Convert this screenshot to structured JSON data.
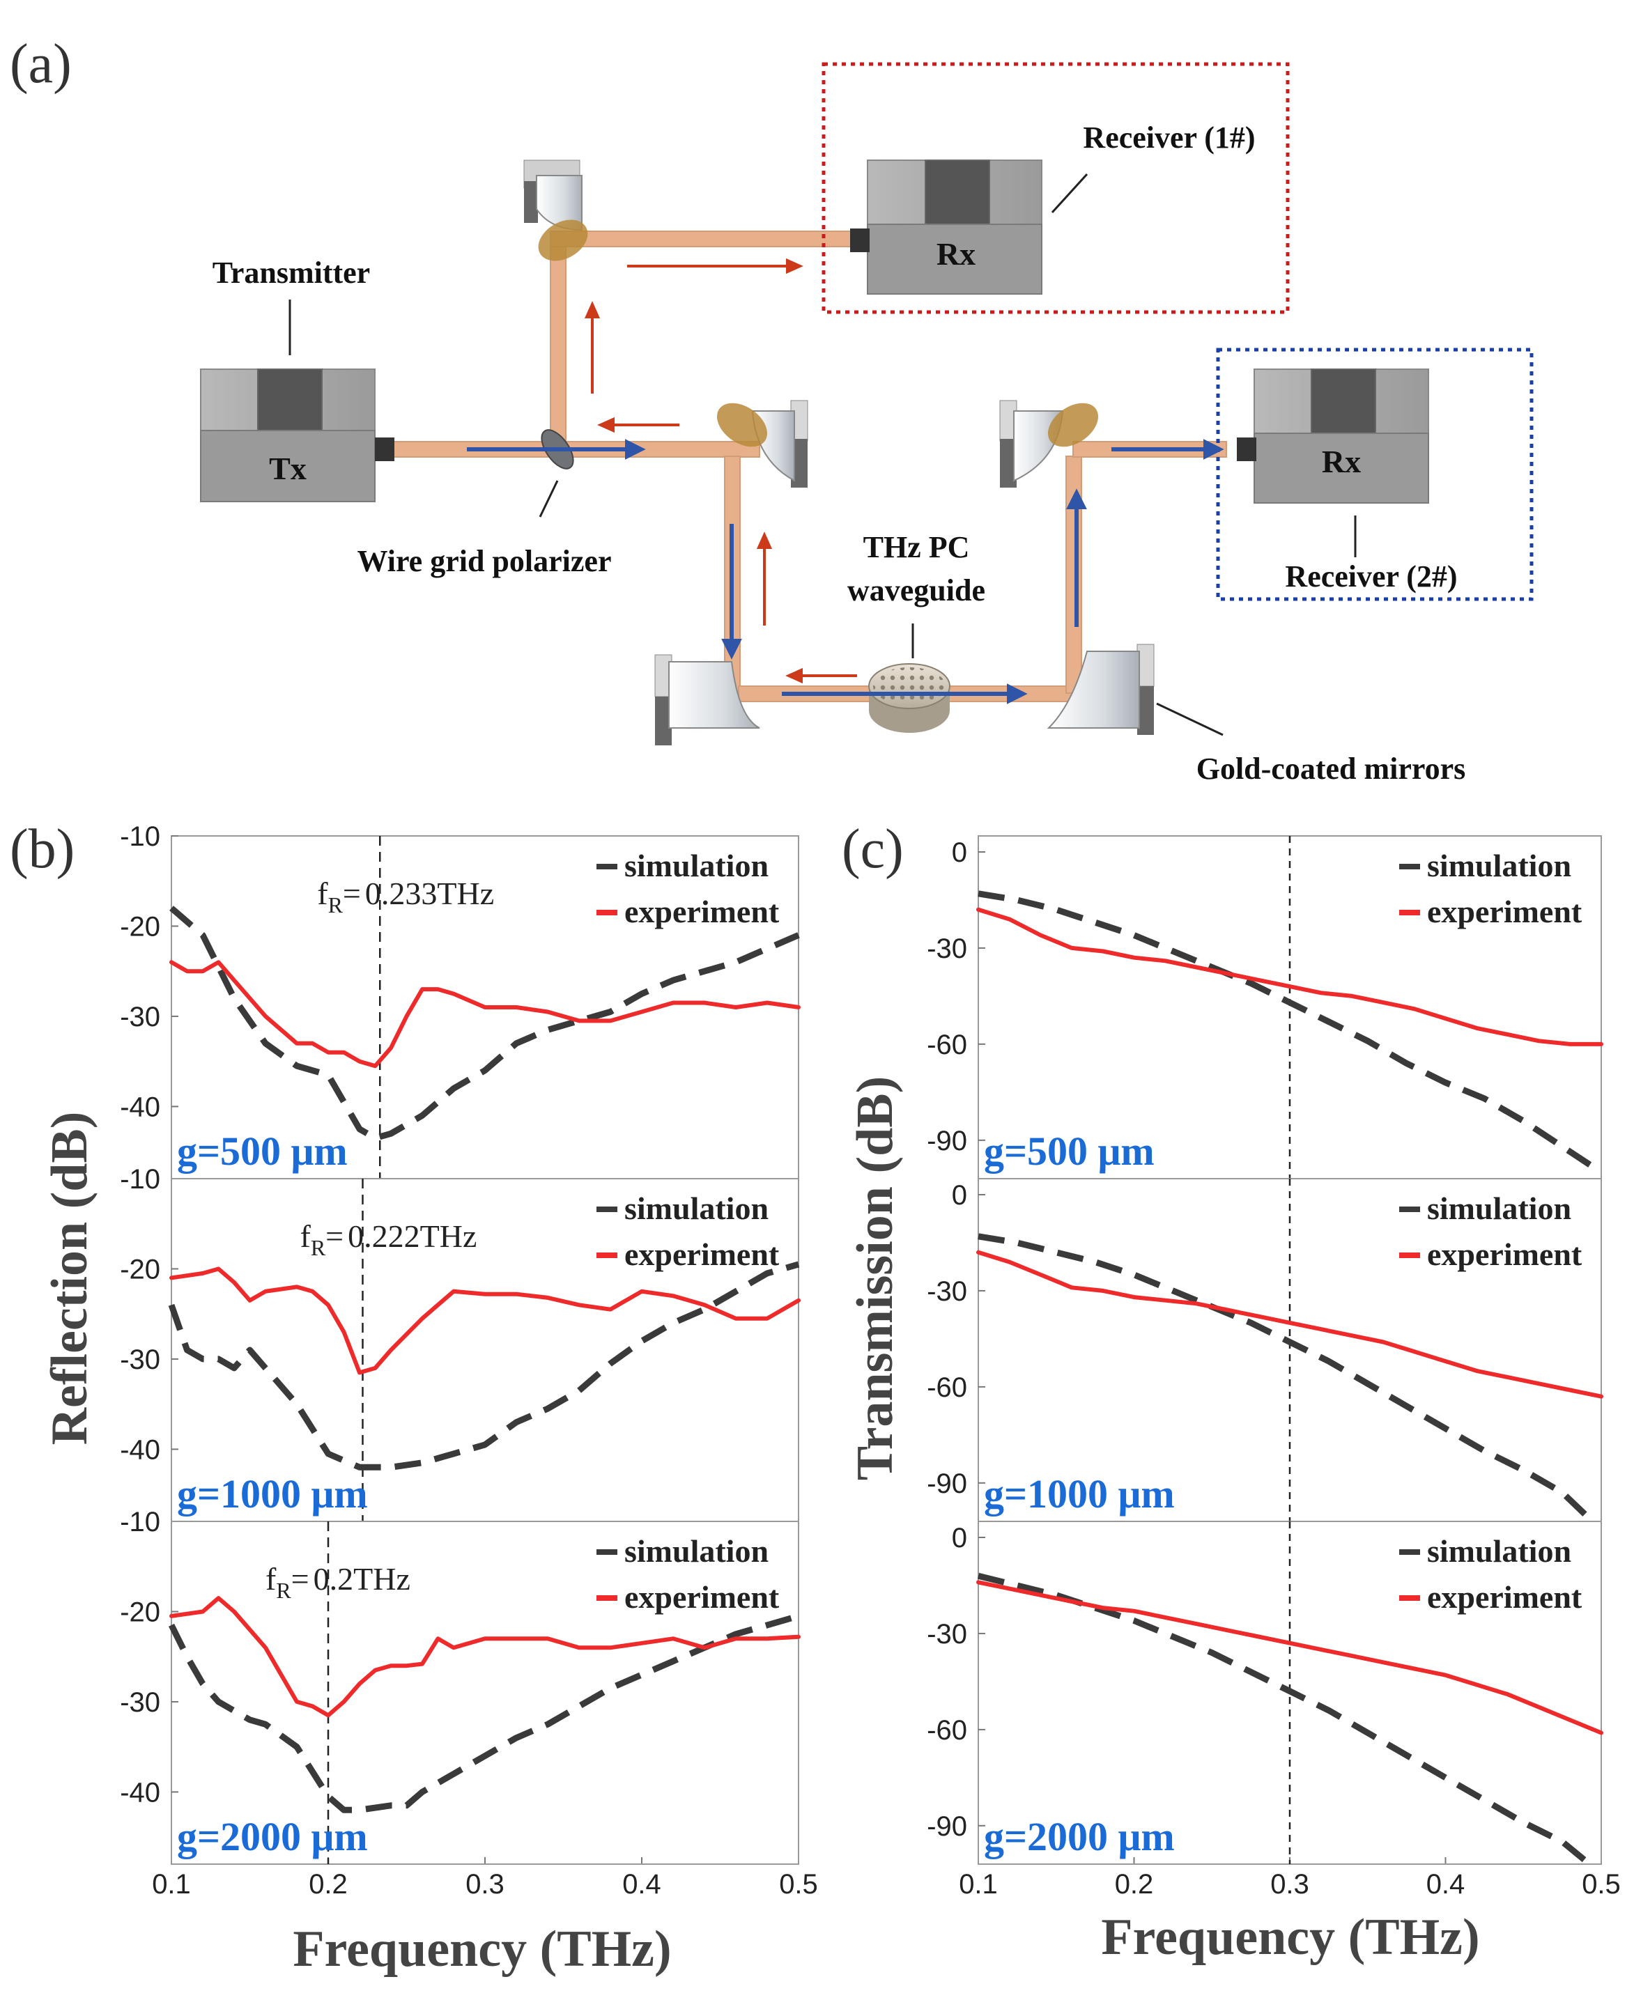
{
  "panel_labels": {
    "a": "(a)",
    "b": "(b)",
    "c": "(c)"
  },
  "schematic": {
    "transmitter_label": "Transmitter",
    "tx_label": "Tx",
    "rx1_label": "Rx",
    "rx2_label": "Rx",
    "receiver1_label": "Receiver (1#)",
    "receiver2_label": "Receiver (2#)",
    "polarizer_label": "Wire grid polarizer",
    "waveguide_label_1": "THz PC",
    "waveguide_label_2": "waveguide",
    "mirrors_label": "Gold-coated mirrors",
    "colors": {
      "beam": "#e8b08a",
      "forward_arrow": "#2f55a8",
      "back_arrow": "#cc3a1a",
      "receiver1_box": "#cc1b1b",
      "receiver2_box": "#1b3fa8"
    }
  },
  "legend": {
    "simulation": "simulation",
    "experiment": "experiment"
  },
  "axis_titles": {
    "reflection_y": "Reflection (dB)",
    "transmission_y": "Transmission (dB)",
    "x": "Frequency (THz)"
  },
  "x_ticks": [
    "0.1",
    "0.2",
    "0.3",
    "0.4",
    "0.5"
  ],
  "colors": {
    "simulation": "#3a3a3a",
    "experiment": "#ee2a2a",
    "g_label": "#1a6bd6"
  },
  "chart_data": [
    {
      "type": "line",
      "panel": "b-1",
      "annotation": "0.233THz",
      "annotation_prefix": "f",
      "annotation_sub": "R",
      "annotation_eq": "=",
      "marker_x": 0.233,
      "g_label": "g=500 μm",
      "xlim": [
        0.1,
        0.5
      ],
      "ylim": [
        -10,
        -48
      ],
      "y_ticks": [
        "-10",
        "-20",
        "-30",
        "-40",
        "-10"
      ],
      "series": [
        {
          "name": "simulation",
          "style": "dashed",
          "x": [
            0.1,
            0.12,
            0.14,
            0.16,
            0.18,
            0.2,
            0.21,
            0.22,
            0.23,
            0.24,
            0.25,
            0.26,
            0.28,
            0.3,
            0.32,
            0.34,
            0.36,
            0.38,
            0.4,
            0.42,
            0.44,
            0.46,
            0.48,
            0.5
          ],
          "y": [
            -18,
            -21,
            -28,
            -33,
            -35.5,
            -36.5,
            -39.5,
            -42.5,
            -43.5,
            -43,
            -42,
            -41,
            -38,
            -36,
            -33,
            -31.5,
            -30.5,
            -29.5,
            -27.5,
            -26,
            -25,
            -24,
            -22.5,
            -21
          ]
        },
        {
          "name": "experiment",
          "style": "solid",
          "x": [
            0.1,
            0.11,
            0.12,
            0.13,
            0.14,
            0.16,
            0.18,
            0.19,
            0.2,
            0.21,
            0.22,
            0.23,
            0.24,
            0.25,
            0.26,
            0.27,
            0.28,
            0.3,
            0.32,
            0.34,
            0.36,
            0.38,
            0.4,
            0.42,
            0.44,
            0.46,
            0.48,
            0.5
          ],
          "y": [
            -24,
            -25,
            -25,
            -24,
            -26,
            -30,
            -33,
            -33,
            -34,
            -34,
            -35,
            -35.5,
            -33.5,
            -30,
            -27,
            -27,
            -27.5,
            -29,
            -29,
            -29.5,
            -30.5,
            -30.5,
            -29.5,
            -28.5,
            -28.5,
            -29,
            -28.5,
            -29
          ]
        }
      ]
    },
    {
      "type": "line",
      "panel": "b-2",
      "annotation": "0.222THz",
      "annotation_prefix": "f",
      "annotation_sub": "R",
      "annotation_eq": "=",
      "marker_x": 0.222,
      "g_label": "g=1000 μm",
      "xlim": [
        0.1,
        0.5
      ],
      "ylim": [
        -10,
        -48
      ],
      "y_ticks": [
        "-20",
        "-30",
        "-40",
        "-10"
      ],
      "series": [
        {
          "name": "simulation",
          "style": "dashed",
          "x": [
            0.1,
            0.11,
            0.12,
            0.13,
            0.14,
            0.15,
            0.16,
            0.18,
            0.2,
            0.22,
            0.24,
            0.26,
            0.28,
            0.3,
            0.32,
            0.34,
            0.36,
            0.38,
            0.4,
            0.42,
            0.44,
            0.46,
            0.48,
            0.5
          ],
          "y": [
            -24,
            -29,
            -30,
            -30,
            -31,
            -29,
            -31,
            -35,
            -40.5,
            -42,
            -42,
            -41.5,
            -40.5,
            -39.5,
            -37,
            -35.5,
            -33.5,
            -30.5,
            -28,
            -26,
            -24.5,
            -22.5,
            -20.5,
            -19.5
          ]
        },
        {
          "name": "experiment",
          "style": "solid",
          "x": [
            0.1,
            0.12,
            0.13,
            0.14,
            0.15,
            0.16,
            0.18,
            0.19,
            0.2,
            0.21,
            0.22,
            0.23,
            0.24,
            0.26,
            0.28,
            0.3,
            0.32,
            0.34,
            0.36,
            0.38,
            0.4,
            0.42,
            0.44,
            0.46,
            0.48,
            0.5
          ],
          "y": [
            -21,
            -20.5,
            -20,
            -21.5,
            -23.5,
            -22.5,
            -22,
            -22.5,
            -24,
            -27,
            -31.5,
            -31,
            -29,
            -25.5,
            -22.5,
            -22.8,
            -22.8,
            -23.2,
            -24,
            -24.5,
            -22.5,
            -23,
            -24,
            -25.5,
            -25.5,
            -23.5
          ]
        }
      ]
    },
    {
      "type": "line",
      "panel": "b-3",
      "annotation": "0.2THz",
      "annotation_prefix": "f",
      "annotation_sub": "R",
      "annotation_eq": "=",
      "marker_x": 0.2,
      "g_label": "g=2000 μm",
      "xlim": [
        0.1,
        0.5
      ],
      "ylim": [
        -10,
        -48
      ],
      "y_ticks": [
        "-20",
        "-30",
        "-40"
      ],
      "series": [
        {
          "name": "simulation",
          "style": "dashed",
          "x": [
            0.1,
            0.11,
            0.12,
            0.13,
            0.14,
            0.15,
            0.16,
            0.18,
            0.2,
            0.21,
            0.22,
            0.24,
            0.25,
            0.26,
            0.28,
            0.3,
            0.32,
            0.34,
            0.36,
            0.38,
            0.4,
            0.42,
            0.44,
            0.46,
            0.48,
            0.5
          ],
          "y": [
            -21.5,
            -25,
            -28,
            -30,
            -31,
            -32,
            -32.5,
            -35,
            -40.5,
            -42,
            -42,
            -41.5,
            -41.5,
            -40,
            -38,
            -36,
            -34,
            -32.5,
            -30.5,
            -28.5,
            -27,
            -25.5,
            -24,
            -22.5,
            -21.5,
            -20.5
          ]
        },
        {
          "name": "experiment",
          "style": "solid",
          "x": [
            0.1,
            0.12,
            0.13,
            0.14,
            0.16,
            0.17,
            0.18,
            0.19,
            0.2,
            0.21,
            0.22,
            0.23,
            0.24,
            0.25,
            0.26,
            0.27,
            0.28,
            0.3,
            0.32,
            0.34,
            0.36,
            0.38,
            0.4,
            0.42,
            0.44,
            0.46,
            0.48,
            0.5
          ],
          "y": [
            -20.5,
            -20,
            -18.5,
            -20,
            -24,
            -27,
            -30,
            -30.5,
            -31.5,
            -30,
            -28,
            -26.5,
            -26,
            -26,
            -25.8,
            -23,
            -24,
            -23,
            -23,
            -23,
            -24,
            -24,
            -23.5,
            -23,
            -24,
            -23,
            -23,
            -22.8
          ]
        }
      ]
    },
    {
      "type": "line",
      "panel": "c-1",
      "marker_x": 0.3,
      "g_label": "g=500 μm",
      "xlim": [
        0.1,
        0.5
      ],
      "ylim": [
        5,
        -102
      ],
      "y_ticks": [
        "0",
        "-30",
        "-60",
        "-90"
      ],
      "series": [
        {
          "name": "simulation",
          "style": "dashed",
          "x": [
            0.1,
            0.125,
            0.15,
            0.175,
            0.2,
            0.225,
            0.25,
            0.275,
            0.3,
            0.325,
            0.35,
            0.375,
            0.4,
            0.425,
            0.45,
            0.475,
            0.5
          ],
          "y": [
            -13,
            -15,
            -18,
            -22,
            -26,
            -31,
            -36,
            -41,
            -47,
            -53,
            -59,
            -66,
            -72,
            -77,
            -84,
            -92,
            -100
          ]
        },
        {
          "name": "experiment",
          "style": "solid",
          "x": [
            0.1,
            0.12,
            0.14,
            0.16,
            0.18,
            0.2,
            0.22,
            0.24,
            0.26,
            0.28,
            0.3,
            0.32,
            0.34,
            0.36,
            0.38,
            0.4,
            0.42,
            0.44,
            0.46,
            0.48,
            0.5
          ],
          "y": [
            -18,
            -21,
            -26,
            -30,
            -31,
            -33,
            -34,
            -36,
            -38,
            -40,
            -42,
            -44,
            -45,
            -47,
            -49,
            -52,
            -55,
            -57,
            -59,
            -60,
            -60
          ]
        }
      ]
    },
    {
      "type": "line",
      "panel": "c-2",
      "marker_x": 0.3,
      "g_label": "g=1000 μm",
      "xlim": [
        0.1,
        0.5
      ],
      "ylim": [
        5,
        -102
      ],
      "y_ticks": [
        "0",
        "-30",
        "-60",
        "-90"
      ],
      "series": [
        {
          "name": "simulation",
          "style": "dashed",
          "x": [
            0.1,
            0.125,
            0.15,
            0.175,
            0.2,
            0.225,
            0.25,
            0.275,
            0.3,
            0.325,
            0.35,
            0.375,
            0.4,
            0.425,
            0.45,
            0.475,
            0.49
          ],
          "y": [
            -13,
            -15,
            -18,
            -21,
            -25,
            -30,
            -35,
            -40,
            -46,
            -52,
            -59,
            -66,
            -73,
            -80,
            -86,
            -93,
            -100
          ]
        },
        {
          "name": "experiment",
          "style": "solid",
          "x": [
            0.1,
            0.12,
            0.14,
            0.16,
            0.18,
            0.2,
            0.22,
            0.24,
            0.26,
            0.28,
            0.3,
            0.32,
            0.34,
            0.36,
            0.38,
            0.4,
            0.42,
            0.44,
            0.46,
            0.48,
            0.5
          ],
          "y": [
            -18,
            -21,
            -25,
            -29,
            -30,
            -32,
            -33,
            -34,
            -36,
            -38,
            -40,
            -42,
            -44,
            -46,
            -49,
            -52,
            -55,
            -57,
            -59,
            -61,
            -63
          ]
        }
      ]
    },
    {
      "type": "line",
      "panel": "c-3",
      "marker_x": 0.3,
      "g_label": "g=2000 μm",
      "xlim": [
        0.1,
        0.5
      ],
      "ylim": [
        5,
        -102
      ],
      "y_ticks": [
        "0",
        "-30",
        "-60",
        "-90"
      ],
      "series": [
        {
          "name": "simulation",
          "style": "dashed",
          "x": [
            0.1,
            0.125,
            0.15,
            0.175,
            0.2,
            0.225,
            0.25,
            0.275,
            0.3,
            0.325,
            0.35,
            0.375,
            0.4,
            0.425,
            0.45,
            0.475,
            0.49
          ],
          "y": [
            -12,
            -15,
            -18,
            -22,
            -26,
            -31,
            -36,
            -42,
            -48,
            -54,
            -61,
            -68,
            -75,
            -82,
            -89,
            -95,
            -101
          ]
        },
        {
          "name": "experiment",
          "style": "solid",
          "x": [
            0.1,
            0.12,
            0.14,
            0.16,
            0.18,
            0.2,
            0.22,
            0.24,
            0.26,
            0.28,
            0.3,
            0.32,
            0.34,
            0.36,
            0.38,
            0.4,
            0.42,
            0.44,
            0.46,
            0.48,
            0.5
          ],
          "y": [
            -14,
            -16,
            -18,
            -20,
            -22,
            -23,
            -25,
            -27,
            -29,
            -31,
            -33,
            -35,
            -37,
            -39,
            -41,
            -43,
            -46,
            -49,
            -53,
            -57,
            -61
          ]
        }
      ]
    }
  ]
}
